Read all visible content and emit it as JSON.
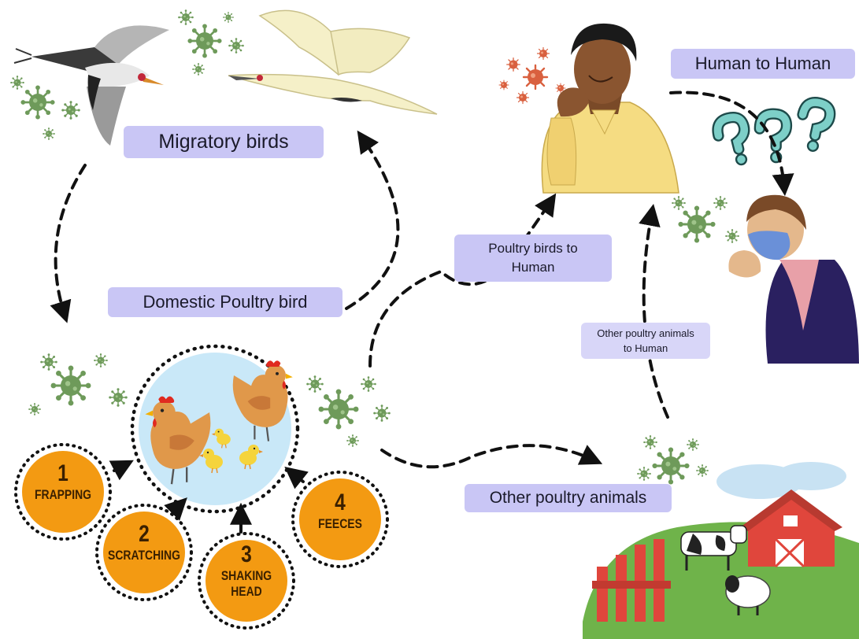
{
  "labels": {
    "migratory_birds": "Migratory birds",
    "domestic_poultry": "Domestic Poultry bird",
    "human_to_human": "Human to Human",
    "poultry_to_human_1": "Poultry birds to",
    "poultry_to_human_2": "Human",
    "other_to_human_1": "Other poultry animals",
    "other_to_human_2": "to Human",
    "other_poultry_animals": "Other poultry animals"
  },
  "steps": [
    {
      "number": "1",
      "text": "FRAPPING"
    },
    {
      "number": "2",
      "text": "SCRATCHING"
    },
    {
      "number": "3",
      "text": "SHAKING",
      "text2": "HEAD"
    },
    {
      "number": "4",
      "text": "FEECES"
    }
  ],
  "colors": {
    "label_bg": "#c9c6f5",
    "step_circle": "#f39a12",
    "virus": "#6e9a5a",
    "virus_red": "#d9603f",
    "question": "#7dcfc8",
    "arrow": "#111111",
    "shirt_yellow": "#f5dc82",
    "barn_red": "#e0463c"
  },
  "icons": [
    "crane-bird-icon",
    "flying-crane-icon",
    "virus-icon",
    "hen-icon",
    "chick-icon",
    "coughing-man-icon",
    "masked-person-icon",
    "question-mark-icon",
    "barn-icon",
    "cow-icon",
    "sheep-icon"
  ]
}
